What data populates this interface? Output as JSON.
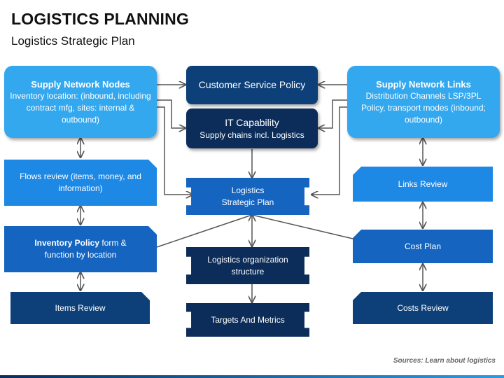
{
  "title": "LOGISTICS PLANNING",
  "subtitle": "Logistics Strategic Plan",
  "source": "Sources: Learn about logistics",
  "nodes": {
    "supply_network_nodes": {
      "heading": "Supply Network Nodes",
      "body": "Inventory location: (inbound, including contract mfg, sites: internal & outbound)"
    },
    "flows_review": {
      "text": "Flows review (items, money, and information)"
    },
    "inventory_policy": {
      "bold": "Inventory Policy",
      "rest": " form & function by location"
    },
    "items_review": {
      "text": "Items Review"
    },
    "customer_service_policy": {
      "text": "Customer Service Policy"
    },
    "it_capability": {
      "heading": "IT Capability",
      "body": "Supply chains incl. Logistics"
    },
    "logistics_strategic_plan": {
      "line1": "Logistics",
      "line2": "Strategic Plan"
    },
    "logistics_org_structure": {
      "text": "Logistics organization structure"
    },
    "targets_metrics": {
      "text": "Targets And Metrics"
    },
    "supply_network_links": {
      "heading": "Supply Network Links",
      "body": "Distribution Channels LSP/3PL Policy, transport modes (inbound; outbound)"
    },
    "links_review": {
      "text": "Links Review"
    },
    "cost_plan": {
      "text": "Cost Plan"
    },
    "costs_review": {
      "text": "Costs Review"
    }
  },
  "colors": {
    "light_blue": "#33a8ef",
    "mid_blue": "#1e88e5",
    "deep_blue": "#1565c0",
    "dark_blue": "#0d3f78",
    "navy": "#0c2d5a",
    "connector": "#555555"
  }
}
